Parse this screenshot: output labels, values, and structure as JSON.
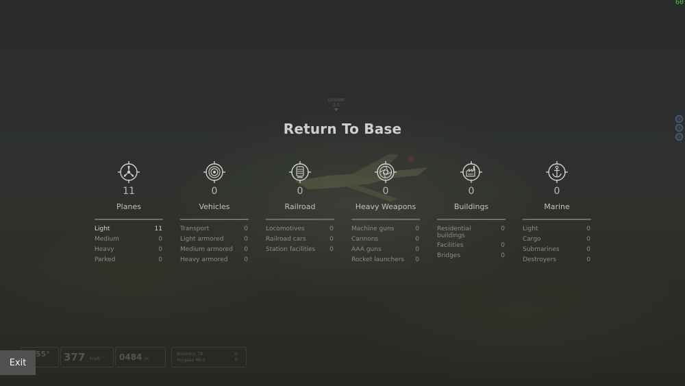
{
  "fps": "60",
  "waypoint": {
    "line1": "GUS0MF",
    "line2": "2.1"
  },
  "title": "Return To Base",
  "colors": {
    "accent": "#cfd0cc",
    "icon": "#d0d1cd",
    "fps": "#3cd23c"
  },
  "categories": [
    {
      "icon": "propeller-icon",
      "count": "11",
      "label": "Planes",
      "rows": [
        {
          "name": "Light",
          "value": "11"
        },
        {
          "name": "Medium",
          "value": "0"
        },
        {
          "name": "Heavy",
          "value": "0"
        },
        {
          "name": "Parked",
          "value": "0"
        }
      ]
    },
    {
      "icon": "wheel-icon",
      "count": "0",
      "label": "Vehicles",
      "rows": [
        {
          "name": "Transport",
          "value": "0"
        },
        {
          "name": "Light armored",
          "value": "0"
        },
        {
          "name": "Medium armored",
          "value": "0"
        },
        {
          "name": "Heavy armored",
          "value": "0"
        }
      ]
    },
    {
      "icon": "locomotive-icon",
      "count": "0",
      "label": "Railroad",
      "rows": [
        {
          "name": "Locomotives",
          "value": "0"
        },
        {
          "name": "Railroad cars",
          "value": "0"
        },
        {
          "name": "Station facilities",
          "value": "0"
        }
      ]
    },
    {
      "icon": "gun-barrel-icon",
      "count": "0",
      "label": "Heavy Weapons",
      "rows": [
        {
          "name": "Machine guns",
          "value": "0"
        },
        {
          "name": "Cannons",
          "value": "0"
        },
        {
          "name": "AAA guns",
          "value": "0"
        },
        {
          "name": "Rocket launchers",
          "value": "0"
        }
      ]
    },
    {
      "icon": "factory-icon",
      "count": "0",
      "label": "Buildings",
      "rows": [
        {
          "name": "Residential buildings",
          "value": "0"
        },
        {
          "name": "Facilities",
          "value": "0"
        },
        {
          "name": "Bridges",
          "value": "0"
        }
      ]
    },
    {
      "icon": "anchor-icon",
      "count": "0",
      "label": "Marine",
      "rows": [
        {
          "name": "Light",
          "value": "0"
        },
        {
          "name": "Cargo",
          "value": "0"
        },
        {
          "name": "Submarines",
          "value": "0"
        },
        {
          "name": "Destroyers",
          "value": "0"
        }
      ]
    }
  ],
  "hud": {
    "heading": "55°",
    "speed": "377",
    "speed_unit": "km/h",
    "altitude": "0484",
    "altitude_unit": "m",
    "targets": [
      {
        "name": "Boewdny_T8",
        "value": "0"
      },
      {
        "name": "Hurgaaa Mk.II",
        "value": "0"
      }
    ]
  },
  "exit_label": "Exit"
}
